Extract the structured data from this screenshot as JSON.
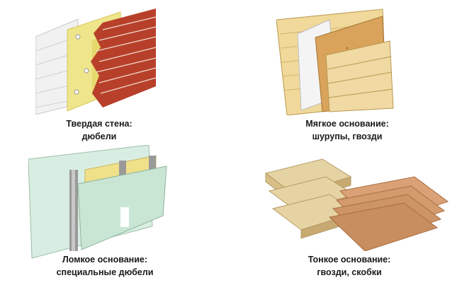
{
  "panels": [
    {
      "line1": "Твердая стена:",
      "line2": "дюбели",
      "image": "brick-wall-insulation-illustration"
    },
    {
      "line1": "Мягкое основание:",
      "line2": "шурупы, гвозди",
      "image": "timber-frame-wall-illustration"
    },
    {
      "line1": "Ломкое основание:",
      "line2": "специальные дюбели",
      "image": "drywall-partition-illustration"
    },
    {
      "line1": "Тонкое основание:",
      "line2": "гвозди, скобки",
      "image": "particle-board-sheets-illustration"
    }
  ]
}
